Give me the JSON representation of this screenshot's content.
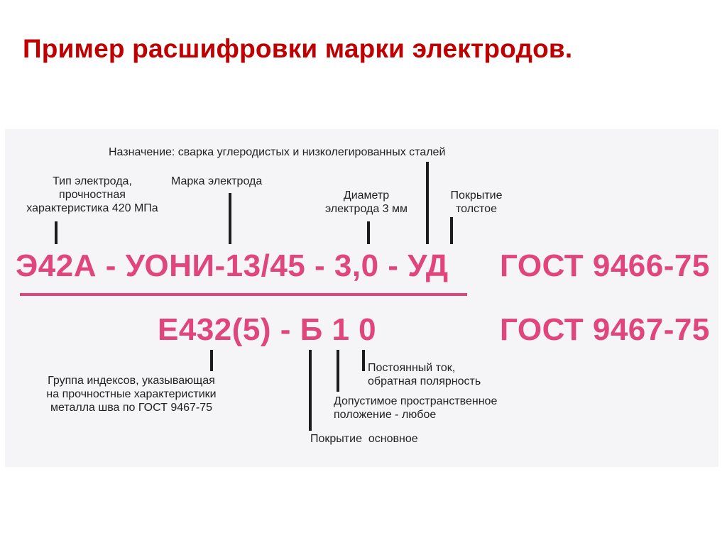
{
  "title": "Пример расшифровки марки электродов.",
  "upper": {
    "purpose": "Назначение: сварка углеродистых и низколегированных сталей",
    "type_lines": [
      "Тип электрода,",
      "прочностная",
      "характеристика 420 МПа"
    ],
    "brand": "Марка электрода",
    "diameter_lines": [
      "Диаметр",
      "электрода 3 мм"
    ],
    "coating_lines": [
      "Покрытие",
      "толстое"
    ],
    "code": "Э42А - УОНИ-13/45 - 3,0 - УД",
    "gost": "ГОСТ 9466-75"
  },
  "lower": {
    "code": "Е432(5) - Б 1 0",
    "gost": "ГОСТ 9467-75",
    "index_group_lines": [
      "Группа индексов, указывающая",
      "на прочностные характеристики",
      "металла шва по ГОСТ 9467-75"
    ],
    "current_lines": [
      "Постоянный ток,",
      "обратная полярность"
    ],
    "position_lines": [
      "Допустимое пространственное",
      "положение - любое"
    ],
    "coating": "Покрытие  основное"
  },
  "colors": {
    "title": "#c00000",
    "code": "#e0457c",
    "leader_lines": "#1c1c1c",
    "panel": "#f5f5f8"
  }
}
